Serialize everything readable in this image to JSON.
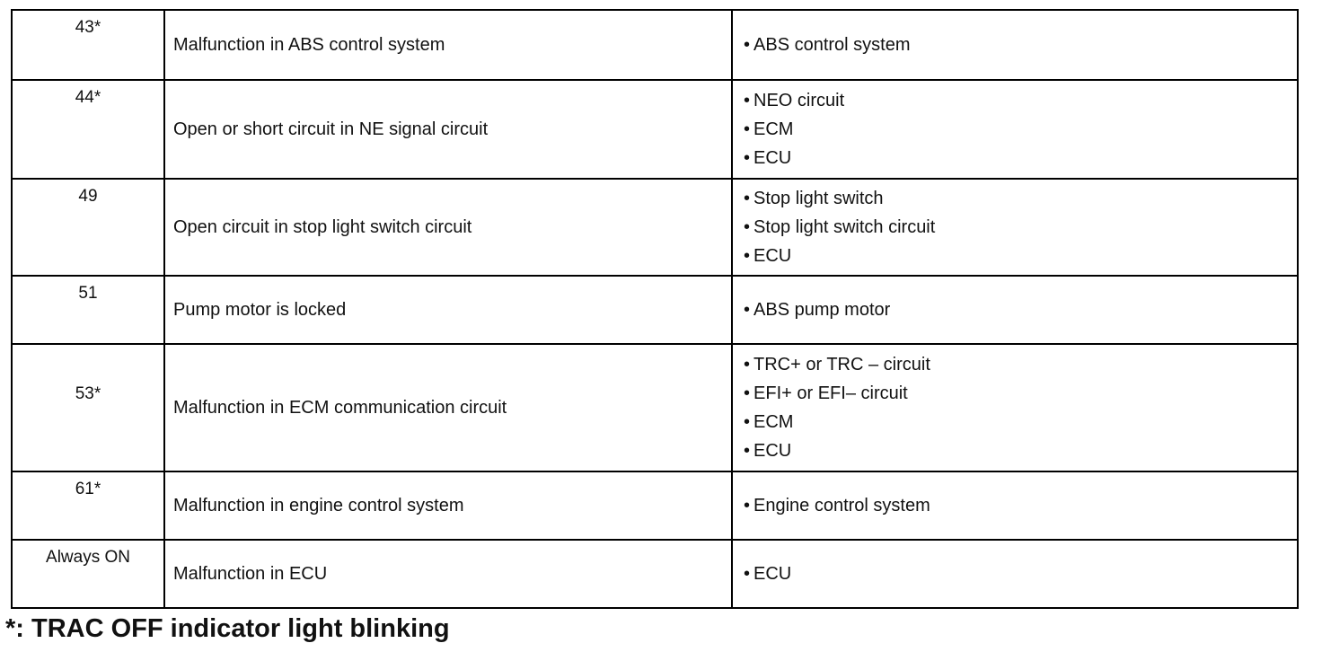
{
  "table": {
    "rows": [
      {
        "code": "43*",
        "diagnosis": "Malfunction in ABS control system",
        "trouble_areas": [
          "ABS control system"
        ]
      },
      {
        "code": "44*",
        "diagnosis": "Open or short circuit in NE signal circuit",
        "trouble_areas": [
          "NEO  circuit",
          "ECM",
          "ECU"
        ]
      },
      {
        "code": "49",
        "diagnosis": "Open circuit in stop light switch circuit",
        "trouble_areas": [
          "Stop light switch",
          "Stop light switch circuit",
          "ECU"
        ]
      },
      {
        "code": "51",
        "diagnosis": "Pump motor is locked",
        "trouble_areas": [
          "ABS pump motor"
        ]
      },
      {
        "code": "53*",
        "diagnosis": "Malfunction in ECM communication circuit",
        "trouble_areas": [
          "TRC+ or TRC – circuit",
          "EFI+ or EFI– circuit",
          "ECM",
          "ECU"
        ]
      },
      {
        "code": "61*",
        "diagnosis": "Malfunction in engine control system",
        "trouble_areas": [
          "Engine control system"
        ]
      },
      {
        "code": "Always ON",
        "diagnosis": "Malfunction in ECU",
        "trouble_areas": [
          "ECU"
        ]
      }
    ]
  },
  "footnote": "*: TRAC OFF indicator light blinking"
}
